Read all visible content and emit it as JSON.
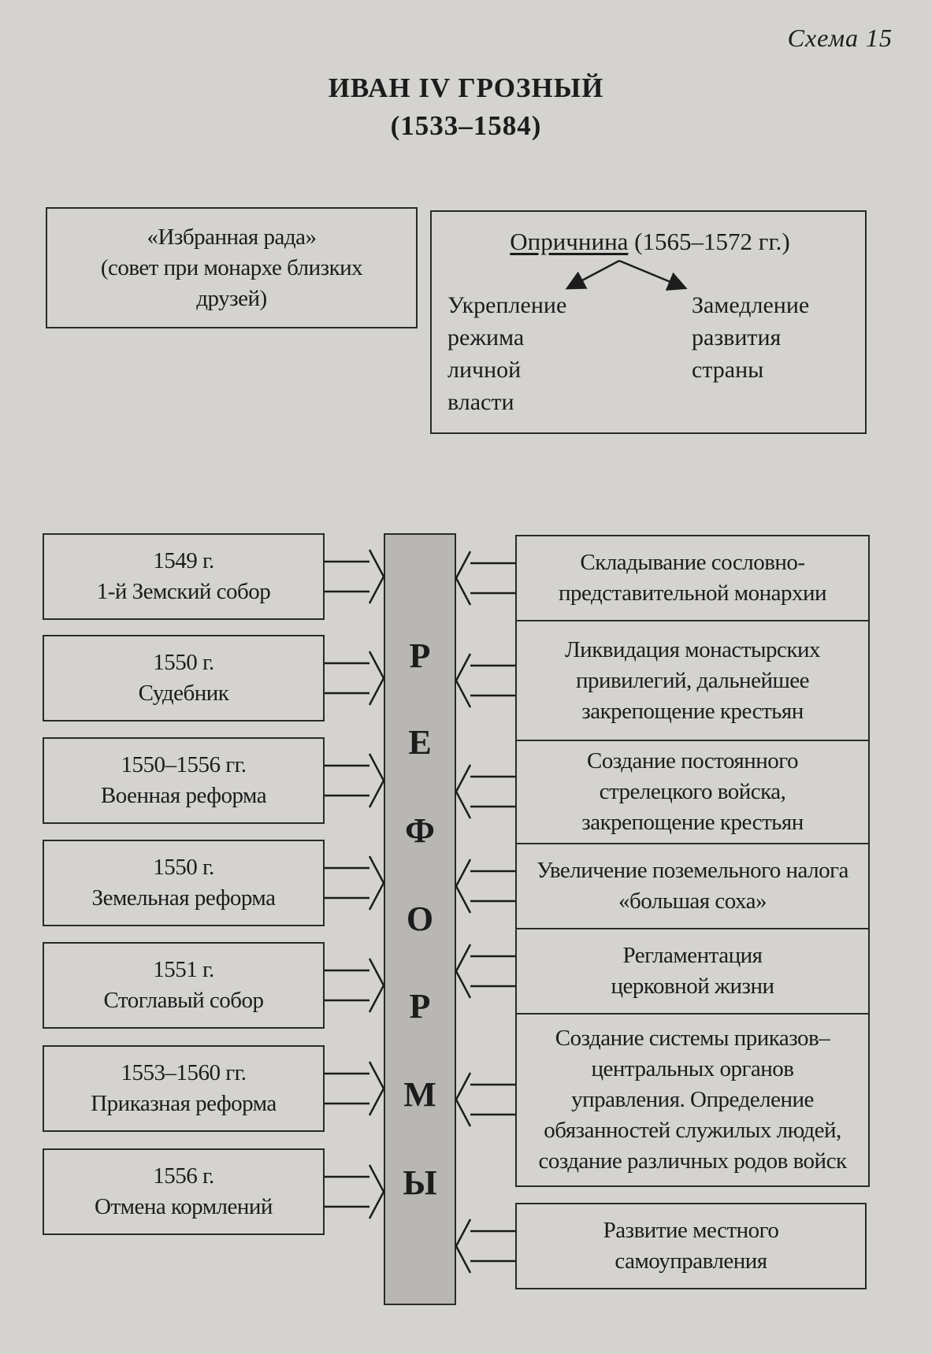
{
  "header": {
    "schema_label": "Схема 15",
    "title": "ИВАН  IV ГРОЗНЫЙ",
    "years": "(1533–1584)"
  },
  "rada": {
    "line1": "«Избранная рада»",
    "line2": "(совет при монархе близких",
    "line3": "друзей)"
  },
  "oprichnina": {
    "title": "Опричнина",
    "years": "(1565–1572 гг.)",
    "left": [
      "Укрепление",
      "режима",
      "личной",
      "власти"
    ],
    "right": [
      "Замедление",
      "развития",
      "страны"
    ]
  },
  "reforms_letters": [
    "Р",
    "Е",
    "Ф",
    "О",
    "Р",
    "М",
    "Ы"
  ],
  "left_items": [
    {
      "year": "1549 г.",
      "name": "1-й Земский собор"
    },
    {
      "year": "1550 г.",
      "name": "Судебник"
    },
    {
      "year": "1550–1556 гг.",
      "name": "Военная реформа"
    },
    {
      "year": "1550 г.",
      "name": "Земельная реформа"
    },
    {
      "year": "1551 г.",
      "name": "Стоглавый собор"
    },
    {
      "year": "1553–1560 гг.",
      "name": "Приказная реформа"
    },
    {
      "year": "1556 г.",
      "name": "Отмена кормлений"
    }
  ],
  "right_items": [
    [
      "Складывание сословно-",
      "представительной монархии"
    ],
    [
      "Ликвидация монастырских",
      "привилегий, дальнейшее",
      "закрепощение крестьян"
    ],
    [
      "Создание постоянного",
      "стрелецкого войска,",
      "закрепощение крестьян"
    ],
    [
      "Увеличение поземельного налога",
      "«большая соха»"
    ],
    [
      "Регламентация",
      "церковной жизни"
    ],
    [
      "Создание системы приказов–",
      "центральных органов",
      "управления. Определение",
      "обязанностей служилых людей,",
      "создание различных родов войск"
    ],
    [
      "Развитие местного",
      "самоуправления"
    ]
  ]
}
